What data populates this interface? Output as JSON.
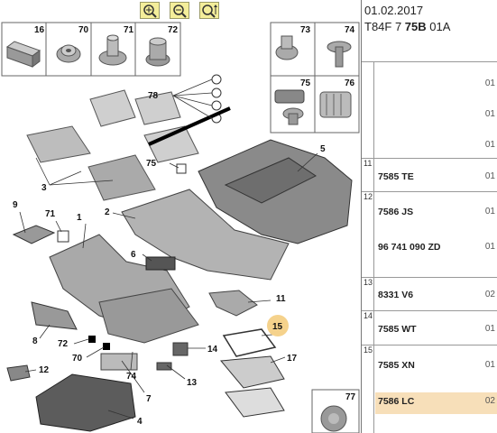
{
  "toolbar": {
    "zoom_in": "zoom-in-icon",
    "zoom_out": "zoom-out-icon",
    "zoom_fit": "zoom-fit-icon"
  },
  "header": {
    "date": "01.02.2017",
    "code_prefix": "T84F 7 ",
    "code_bold": "75B",
    "code_suffix": " 01A"
  },
  "parts_list": [
    {
      "item": "",
      "ref": "",
      "qty": "01"
    },
    {
      "item": "",
      "ref": "",
      "qty": "01"
    },
    {
      "item": "",
      "ref": "",
      "qty": "01"
    },
    {
      "item": "11",
      "ref": "7585 TE",
      "qty": "01"
    },
    {
      "item": "12",
      "ref": "7586 JS",
      "qty": "01"
    },
    {
      "item": "",
      "ref": "96 741 090 ZD",
      "qty": "01"
    },
    {
      "item": "13",
      "ref": "8331 V6",
      "qty": "02"
    },
    {
      "item": "14",
      "ref": "7585 WT",
      "qty": "01"
    },
    {
      "item": "15",
      "ref": "7585 XN",
      "qty": "01"
    },
    {
      "item": "",
      "ref": "7586 LC",
      "qty": "02"
    }
  ],
  "thumbnails": {
    "top_left": [
      "16",
      "70",
      "71",
      "72"
    ],
    "top_right": [
      "73",
      "74",
      "75",
      "76"
    ],
    "bottom": "77"
  },
  "callouts": [
    "1",
    "2",
    "3",
    "4",
    "5",
    "6",
    "7",
    "8",
    "9",
    "11",
    "12",
    "13",
    "14",
    "15",
    "17",
    "70",
    "71",
    "72",
    "74",
    "75",
    "78"
  ],
  "highlight": "15"
}
